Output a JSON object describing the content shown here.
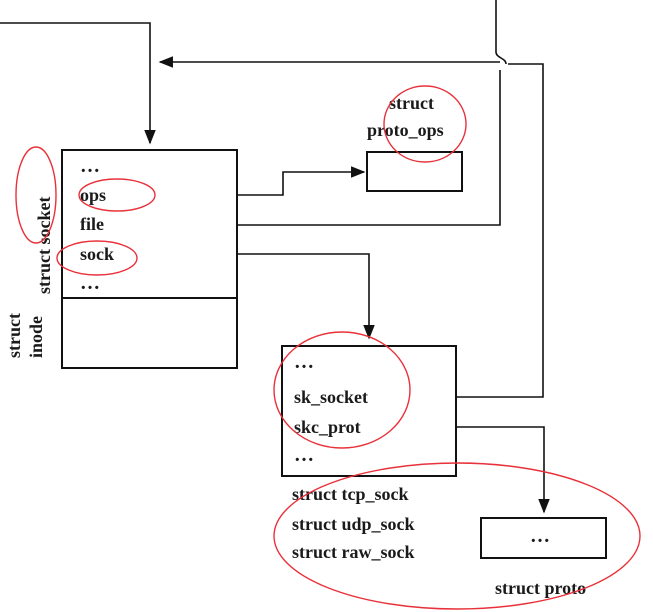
{
  "diagram": {
    "socket_box": {
      "title": "struct socket",
      "fields": [
        "…",
        "ops",
        "file",
        "sock",
        "…"
      ]
    },
    "inode_box": {
      "title_line1": "struct",
      "title_line2": "inode"
    },
    "proto_ops": {
      "label_line1": "struct",
      "label_line2": "proto_ops"
    },
    "sock_box": {
      "fields": [
        "…",
        "sk_socket",
        "skc_prot",
        "…"
      ],
      "types": [
        "struct tcp_sock",
        "struct udp_sock",
        "struct raw_sock"
      ]
    },
    "proto_box": {
      "content": "…",
      "label": "struct proto"
    },
    "colors": {
      "line": "#111111",
      "highlight": "#e8313a"
    }
  }
}
